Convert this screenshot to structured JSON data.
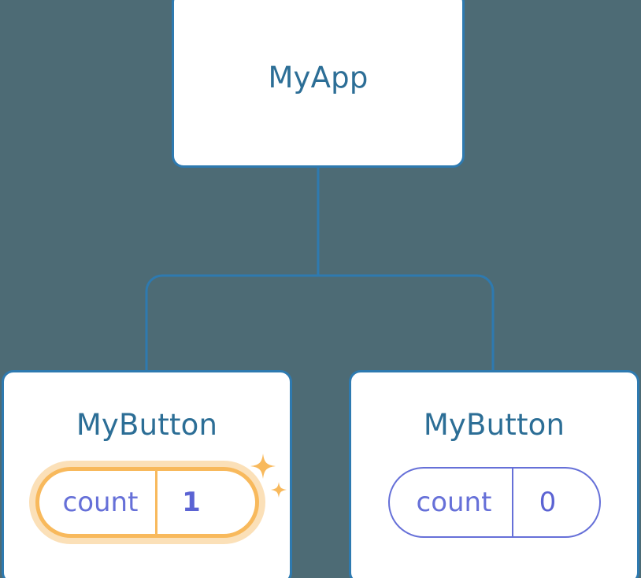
{
  "canvas": {
    "background_color": "#4d6b75",
    "edge_color": "#2e7ab0"
  },
  "theme": {
    "card_background": "#ffffff",
    "card_border": "#2e7ab0",
    "title_color": "#2c6e96",
    "pill_label_color": "#6670d8",
    "pill_value_color": "#5b63d3",
    "highlight_color": "#f8b95c",
    "highlight_glow_color": "#fbe0b8"
  },
  "tree": {
    "root": {
      "title": "MyApp"
    },
    "children": [
      {
        "title": "MyButton",
        "state": {
          "label": "count",
          "value": "1"
        },
        "highlighted": true,
        "sparkle_icons": [
          "sparkle-large-icon",
          "sparkle-small-icon"
        ]
      },
      {
        "title": "MyButton",
        "state": {
          "label": "count",
          "value": "0"
        },
        "highlighted": false
      }
    ]
  }
}
